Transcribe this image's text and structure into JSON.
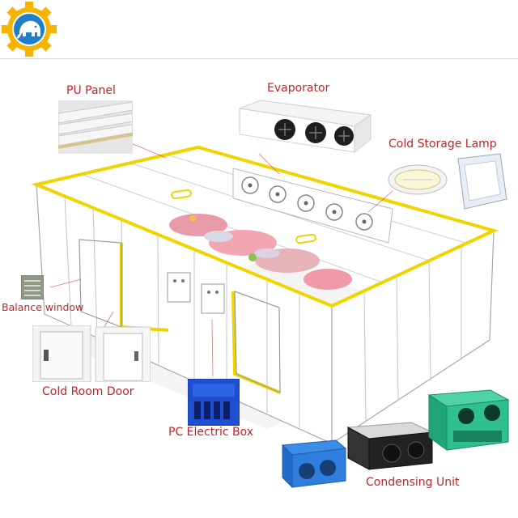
{
  "labels": {
    "pu_panel": "PU Panel",
    "evaporator": "Evaporator",
    "cold_storage_lamp": "Cold Storage Lamp",
    "balance_window": "Balance window",
    "cold_room_door": "Cold Room Door",
    "pc_electric_box": "PC Electric Box",
    "condensing_unit": "Condensing Unit"
  },
  "colors": {
    "label": "#c0242a",
    "frame_highlight": "#f0d400",
    "outline": "#9a9a9a",
    "logo_gear": "#f5b400",
    "logo_inner": "#1f7fc8"
  },
  "icons": {
    "logo": "elephant-gear-logo"
  }
}
